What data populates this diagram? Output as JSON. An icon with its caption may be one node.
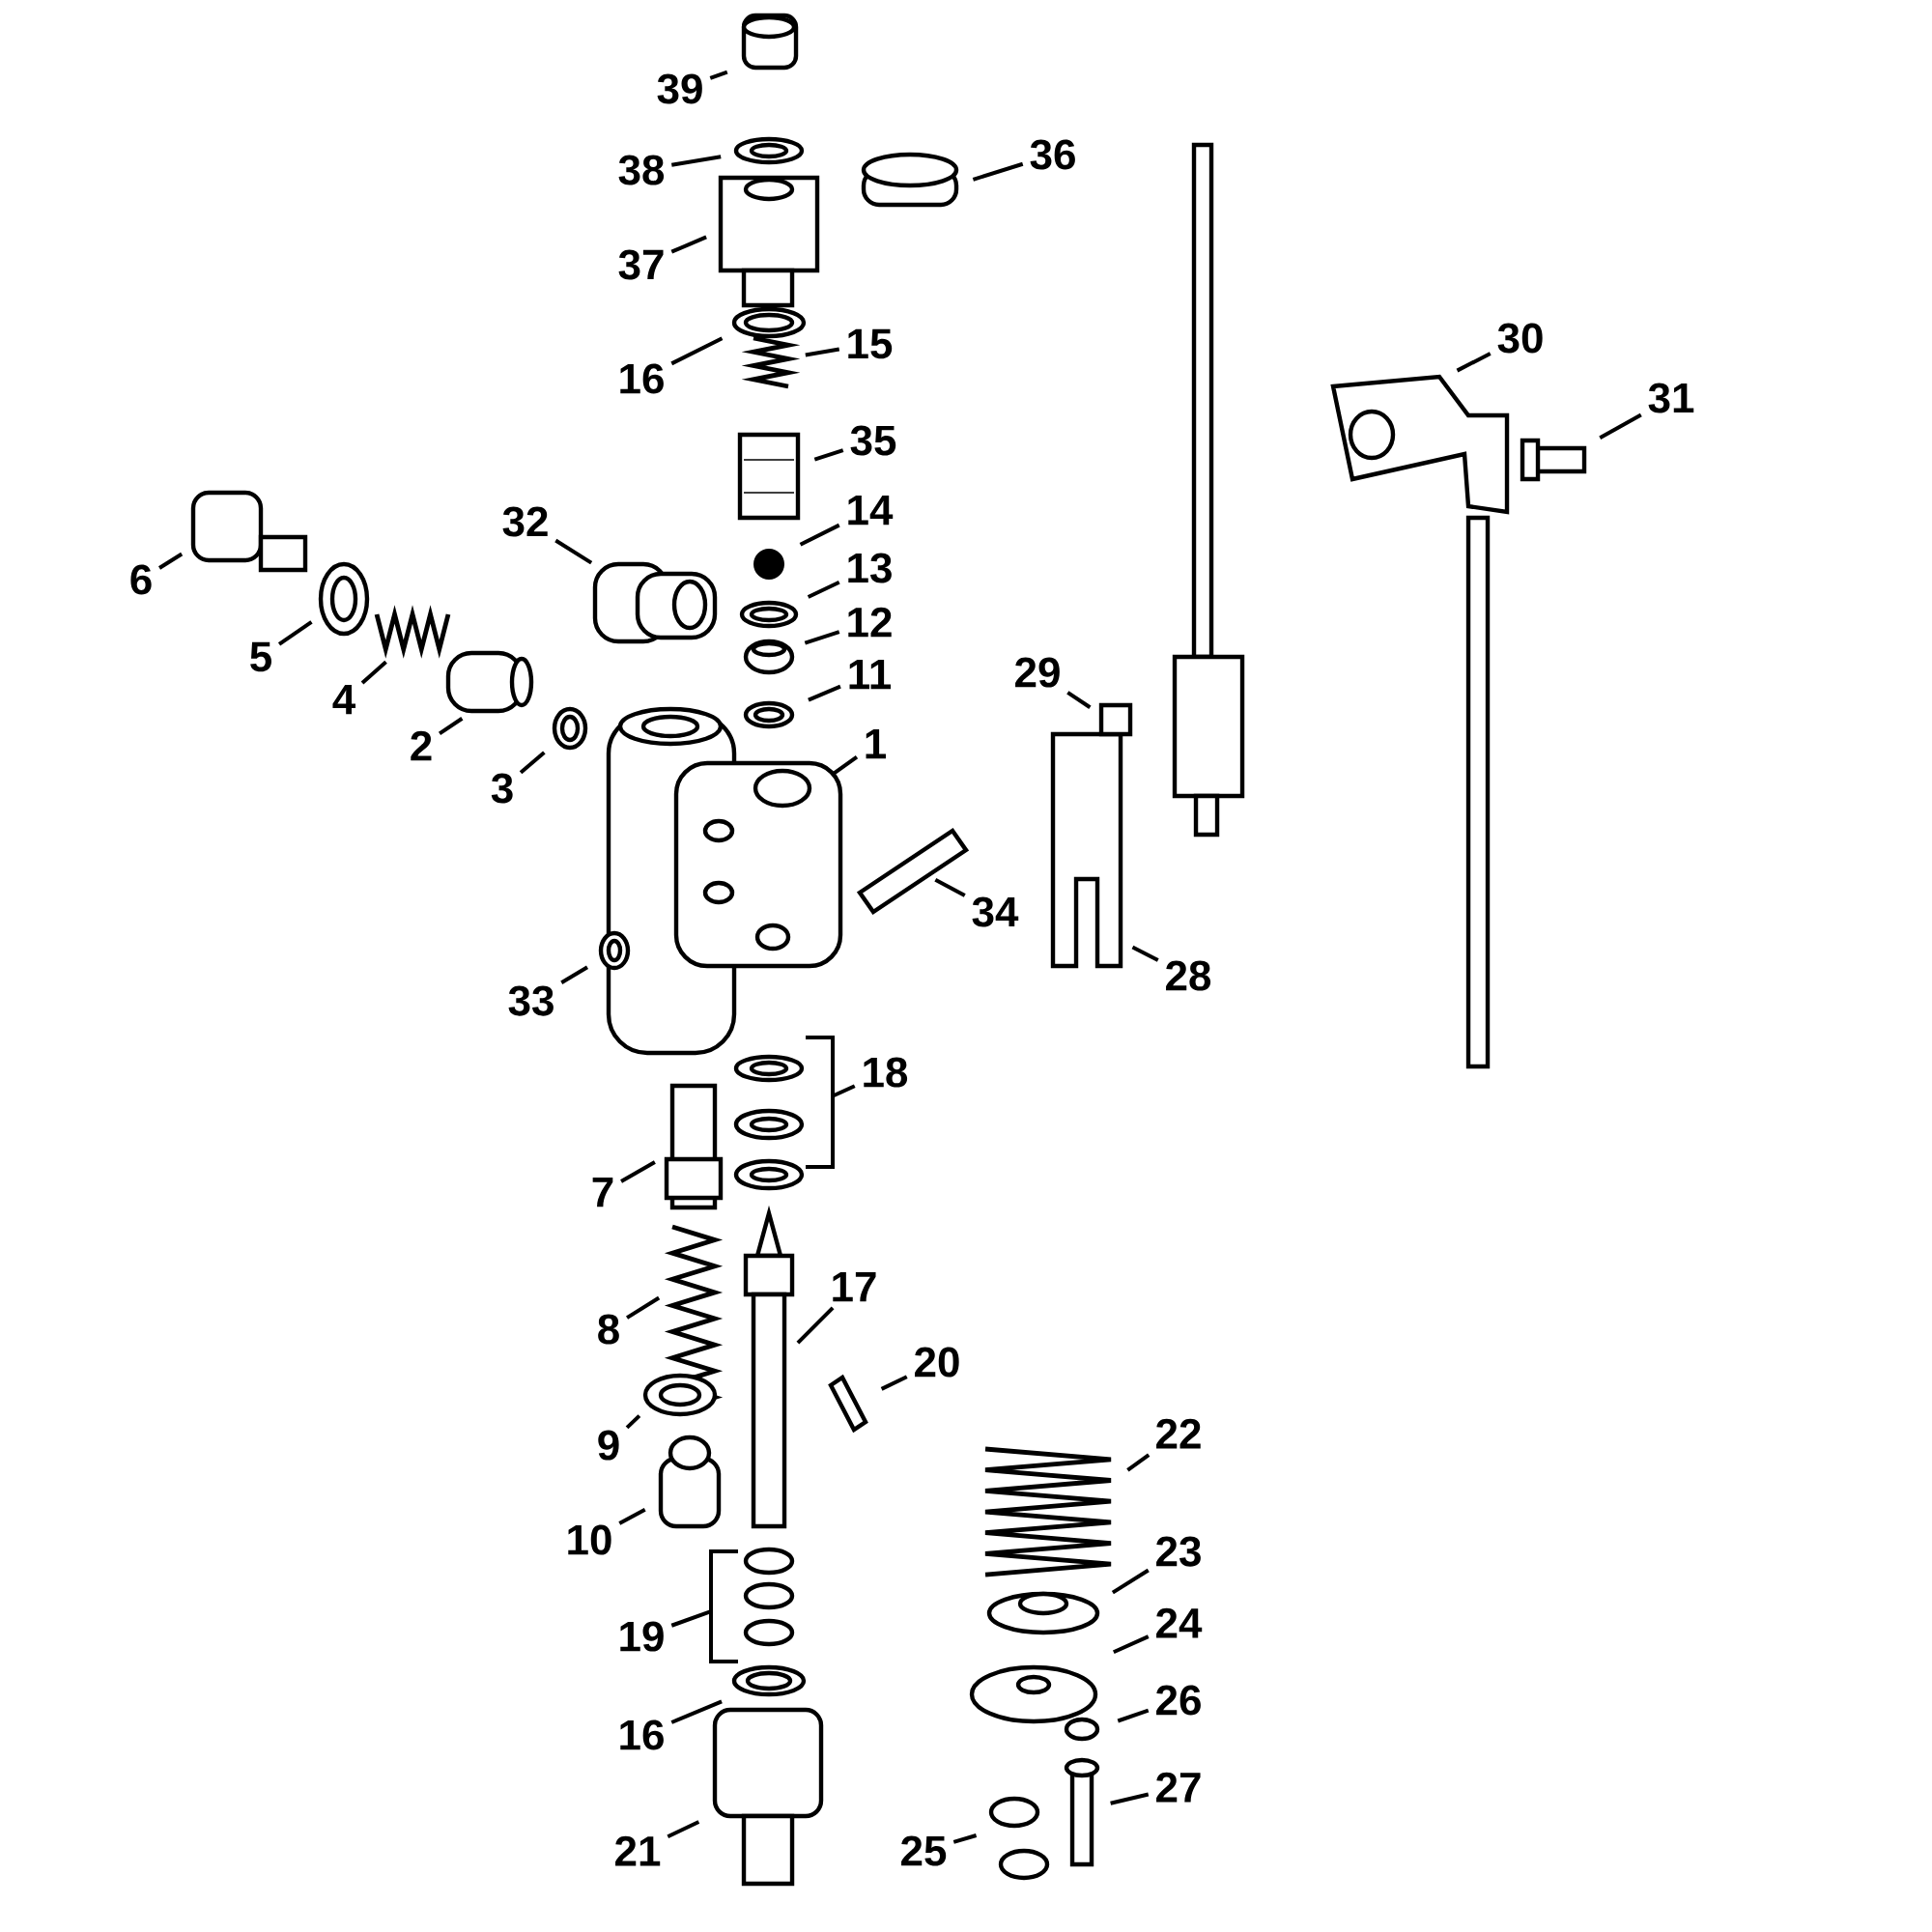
{
  "diagram": {
    "nodes": [
      {
        "text": [
          "39"
        ]
      },
      {
        "text": [
          "38"
        ]
      },
      {
        "text": [
          "36"
        ]
      },
      {
        "text": [
          "37"
        ]
      },
      {
        "text": [
          "30"
        ]
      },
      {
        "text": [
          "15"
        ]
      },
      {
        "text": [
          "16"
        ]
      },
      {
        "text": [
          "31"
        ]
      },
      {
        "text": [
          "35"
        ]
      },
      {
        "text": [
          "14"
        ]
      },
      {
        "text": [
          "32"
        ]
      },
      {
        "text": [
          "13"
        ]
      },
      {
        "text": [
          "6"
        ]
      },
      {
        "text": [
          "12"
        ]
      },
      {
        "text": [
          "5"
        ]
      },
      {
        "text": [
          "29"
        ]
      },
      {
        "text": [
          "11"
        ]
      },
      {
        "text": [
          "4"
        ]
      },
      {
        "text": [
          "1"
        ]
      },
      {
        "text": [
          "2"
        ]
      },
      {
        "text": [
          "3"
        ]
      },
      {
        "text": [
          "34"
        ]
      },
      {
        "text": [
          "33"
        ]
      },
      {
        "text": [
          "28"
        ]
      },
      {
        "text": [
          "18"
        ]
      },
      {
        "text": [
          "7"
        ]
      },
      {
        "text": [
          "17"
        ]
      },
      {
        "text": [
          "8"
        ]
      },
      {
        "text": [
          "20"
        ]
      },
      {
        "text": [
          "22"
        ]
      },
      {
        "text": [
          "9"
        ]
      },
      {
        "text": [
          "10"
        ]
      },
      {
        "text": [
          "23"
        ]
      },
      {
        "text": [
          "24"
        ]
      },
      {
        "text": [
          "19"
        ]
      },
      {
        "text": [
          "26"
        ]
      },
      {
        "text": [
          "16"
        ]
      },
      {
        "text": [
          "27"
        ]
      },
      {
        "text": [
          "21"
        ]
      },
      {
        "text": [
          "25"
        ]
      },
      {
        "text": [],
        "shape": "bracket"
      },
      {
        "text": [],
        "shape": "bracket"
      }
    ],
    "edges": [
      {
        "from": 0,
        "to": null,
        "arrow": "none"
      },
      {
        "from": 1,
        "to": null,
        "arrow": "none"
      },
      {
        "from": 2,
        "to": null,
        "arrow": "none"
      },
      {
        "from": 3,
        "to": null,
        "arrow": "none"
      },
      {
        "from": 4,
        "to": null,
        "arrow": "none"
      },
      {
        "from": 5,
        "to": null,
        "arrow": "none"
      },
      {
        "from": 6,
        "to": null,
        "arrow": "none"
      },
      {
        "from": 7,
        "to": null,
        "arrow": "none"
      },
      {
        "from": 8,
        "to": null,
        "arrow": "none"
      },
      {
        "from": 9,
        "to": null,
        "arrow": "none"
      },
      {
        "from": 10,
        "to": null,
        "arrow": "none"
      },
      {
        "from": 11,
        "to": null,
        "arrow": "none"
      },
      {
        "from": 12,
        "to": null,
        "arrow": "none"
      },
      {
        "from": 13,
        "to": null,
        "arrow": "none"
      },
      {
        "from": 14,
        "to": null,
        "arrow": "none"
      },
      {
        "from": 15,
        "to": null,
        "arrow": "none"
      },
      {
        "from": 16,
        "to": null,
        "arrow": "none"
      },
      {
        "from": 17,
        "to": null,
        "arrow": "none"
      },
      {
        "from": 18,
        "to": null,
        "arrow": "none"
      },
      {
        "from": 19,
        "to": null,
        "arrow": "none"
      },
      {
        "from": 20,
        "to": null,
        "arrow": "none"
      },
      {
        "from": 21,
        "to": null,
        "arrow": "none"
      },
      {
        "from": 22,
        "to": null,
        "arrow": "none"
      },
      {
        "from": 23,
        "to": null,
        "arrow": "none"
      },
      {
        "from": 24,
        "to": 40,
        "arrow": "none"
      },
      {
        "from": 25,
        "to": null,
        "arrow": "none"
      },
      {
        "from": 26,
        "to": null,
        "arrow": "none"
      },
      {
        "from": 27,
        "to": null,
        "arrow": "none"
      },
      {
        "from": 28,
        "to": null,
        "arrow": "none"
      },
      {
        "from": 29,
        "to": null,
        "arrow": "none"
      },
      {
        "from": 30,
        "to": null,
        "arrow": "none"
      },
      {
        "from": 31,
        "to": null,
        "arrow": "none"
      },
      {
        "from": 32,
        "to": null,
        "arrow": "none"
      },
      {
        "from": 33,
        "to": null,
        "arrow": "none"
      },
      {
        "from": 34,
        "to": 41,
        "arrow": "none"
      },
      {
        "from": 35,
        "to": null,
        "arrow": "none"
      },
      {
        "from": 36,
        "to": null,
        "arrow": "none"
      },
      {
        "from": 37,
        "to": null,
        "arrow": "none"
      },
      {
        "from": 38,
        "to": null,
        "arrow": "none"
      },
      {
        "from": 39,
        "to": null,
        "arrow": "none"
      }
    ]
  }
}
